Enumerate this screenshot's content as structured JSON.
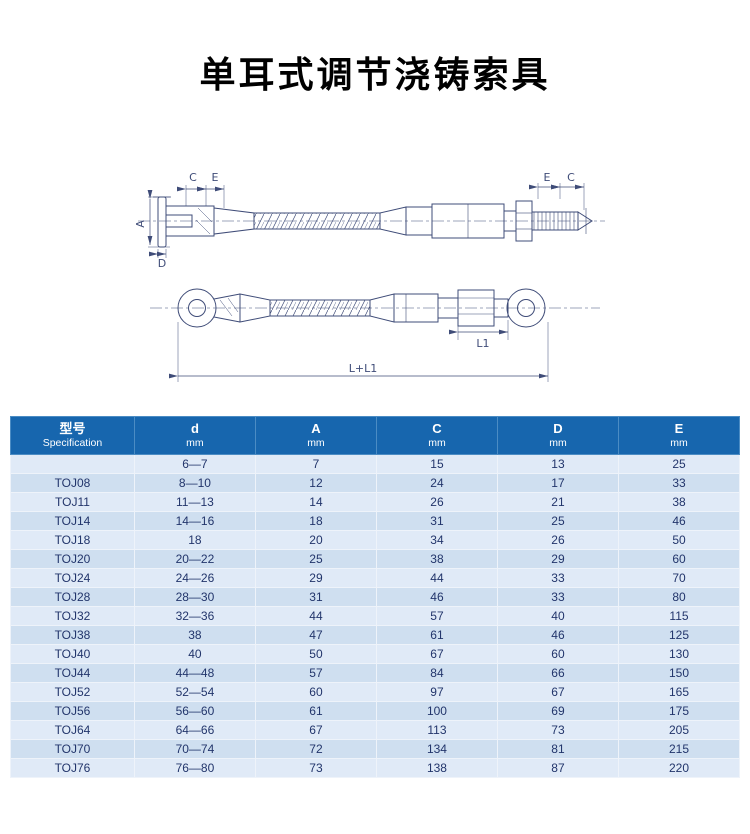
{
  "page": {
    "title": "单耳式调节浇铸索具"
  },
  "theme": {
    "title_color": "#000000",
    "header_bg": "#1766ae",
    "header_text": "#ffffff",
    "row_light": "#e0eaf7",
    "row_dark": "#cfdff0",
    "cell_text": "#22356b",
    "line_color": "#3f4c78"
  },
  "diagram": {
    "labels": {
      "c_left": "C",
      "e_left": "E",
      "a": "A",
      "d": "D",
      "e_right": "E",
      "c_right": "C",
      "l1": "L1",
      "l_total": "L+L1"
    }
  },
  "table": {
    "header": [
      {
        "top": "型号",
        "bottom": "Specification"
      },
      {
        "top": "d",
        "bottom": "mm"
      },
      {
        "top": "A",
        "bottom": "mm"
      },
      {
        "top": "C",
        "bottom": "mm"
      },
      {
        "top": "D",
        "bottom": "mm"
      },
      {
        "top": "E",
        "bottom": "mm"
      }
    ],
    "rows": [
      [
        "",
        "6—7",
        "7",
        "15",
        "13",
        "25"
      ],
      [
        "TOJ08",
        "8—10",
        "12",
        "24",
        "17",
        "33"
      ],
      [
        "TOJ11",
        "11—13",
        "14",
        "26",
        "21",
        "38"
      ],
      [
        "TOJ14",
        "14—16",
        "18",
        "31",
        "25",
        "46"
      ],
      [
        "TOJ18",
        "18",
        "20",
        "34",
        "26",
        "50"
      ],
      [
        "TOJ20",
        "20—22",
        "25",
        "38",
        "29",
        "60"
      ],
      [
        "TOJ24",
        "24—26",
        "29",
        "44",
        "33",
        "70"
      ],
      [
        "TOJ28",
        "28—30",
        "31",
        "46",
        "33",
        "80"
      ],
      [
        "TOJ32",
        "32—36",
        "44",
        "57",
        "40",
        "115"
      ],
      [
        "TOJ38",
        "38",
        "47",
        "61",
        "46",
        "125"
      ],
      [
        "TOJ40",
        "40",
        "50",
        "67",
        "60",
        "130"
      ],
      [
        "TOJ44",
        "44—48",
        "57",
        "84",
        "66",
        "150"
      ],
      [
        "TOJ52",
        "52—54",
        "60",
        "97",
        "67",
        "165"
      ],
      [
        "TOJ56",
        "56—60",
        "61",
        "100",
        "69",
        "175"
      ],
      [
        "TOJ64",
        "64—66",
        "67",
        "113",
        "73",
        "205"
      ],
      [
        "TOJ70",
        "70—74",
        "72",
        "134",
        "81",
        "215"
      ],
      [
        "TOJ76",
        "76—80",
        "73",
        "138",
        "87",
        "220"
      ]
    ]
  }
}
